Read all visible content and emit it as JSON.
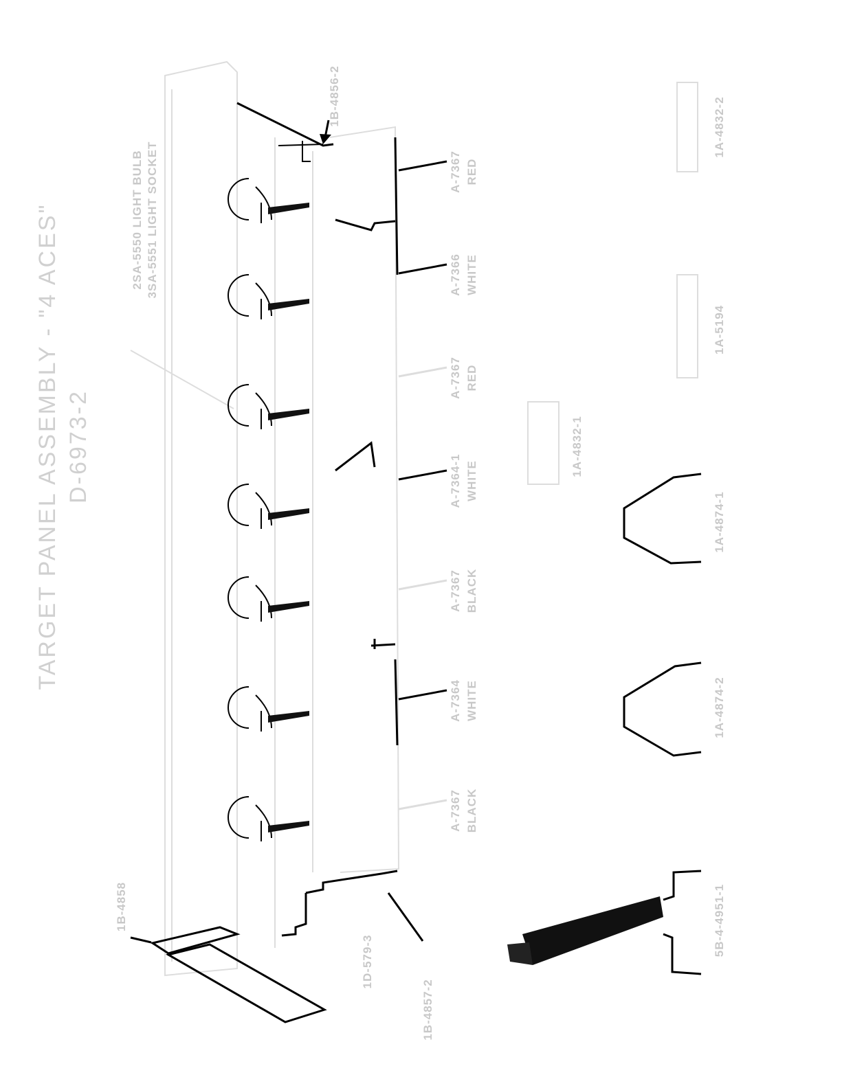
{
  "title": {
    "line1": "TARGET PANEL ASSEMBLY - \"4 ACES\"",
    "line2": "D-6973-2"
  },
  "bulb_label": {
    "line1": "2SA-5550 LIGHT BULB",
    "line2": "3SA-5551 LIGHT SOCKET"
  },
  "top_part_label": "1B-4856-2",
  "targets": [
    {
      "part": "A-7367",
      "color": "RED"
    },
    {
      "part": "A-7366",
      "color": "WHITE"
    },
    {
      "part": "A-7367",
      "color": "RED"
    },
    {
      "part": "A-7364-1",
      "color": "WHITE"
    },
    {
      "part": "A-7367",
      "color": "BLACK"
    },
    {
      "part": "A-7364",
      "color": "WHITE"
    },
    {
      "part": "A-7367",
      "color": "BLACK"
    }
  ],
  "parts": {
    "p1": "1A-4832-2",
    "p2": "1A-5194",
    "p3": "1A-4832-1",
    "p4": "1A-4874-1",
    "p5": "1A-4874-2",
    "p6": "5B-4-4951-1"
  },
  "bottom_labels": {
    "left": "1B-4858",
    "mid": "1D-579-3",
    "right": "1B-4857-2"
  }
}
